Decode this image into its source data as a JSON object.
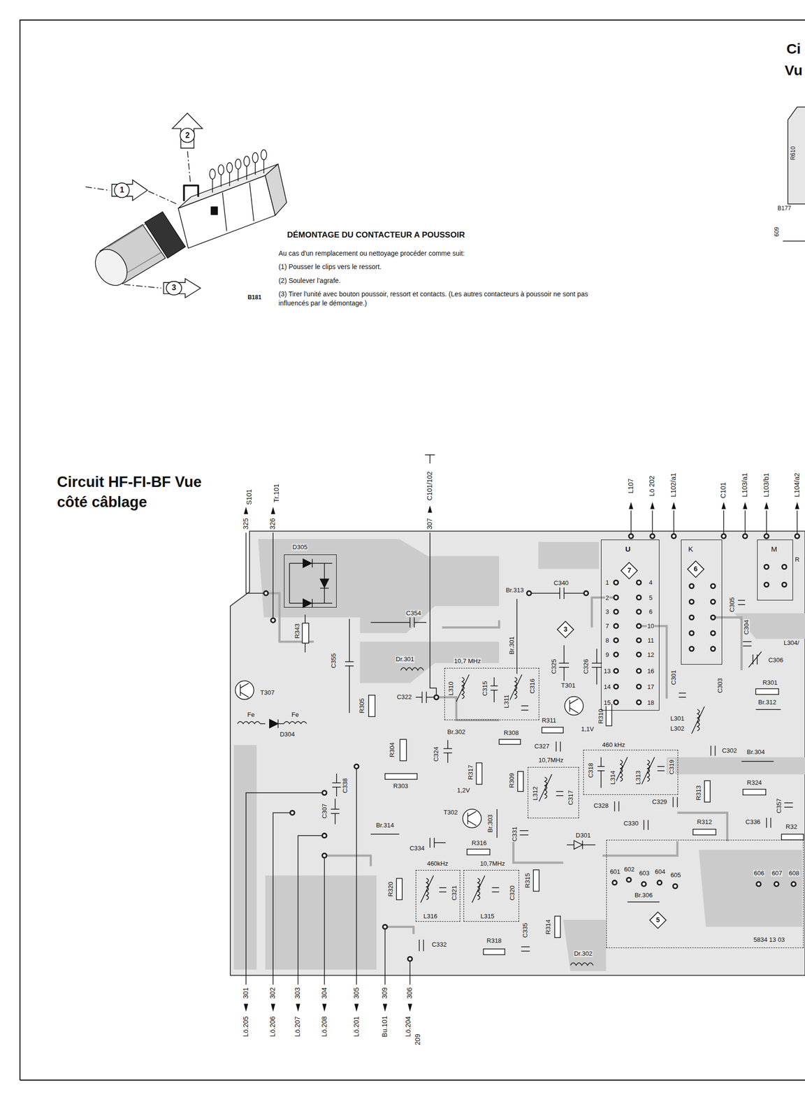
{
  "diagram": {
    "title": "Circuit HF-FI-BF Vue côté câblage",
    "nodes": [
      {
        "text": [
          "2"
        ]
      },
      {
        "text": [
          "1"
        ]
      },
      {
        "text": [
          "3"
        ]
      },
      {
        "text": [
          "D305"
        ]
      },
      {
        "text": [
          "U",
          "1",
          "2",
          "3",
          "7",
          "8",
          "9",
          "13",
          "14",
          "15",
          "4",
          "5",
          "6",
          "10",
          "11",
          "12",
          "16",
          "17",
          "18"
        ]
      },
      {
        "text": [
          "7"
        ],
        "in": 4
      },
      {
        "text": [
          "K"
        ]
      },
      {
        "text": [
          "6"
        ],
        "in": 6
      },
      {
        "text": [
          "M"
        ]
      },
      {
        "text": [
          "3"
        ]
      },
      {
        "text": [
          "10,7 MHz",
          "L310",
          "C315",
          "L311",
          "C316"
        ]
      },
      {
        "text": [
          "460 kHz",
          "C318",
          "L314",
          "L313",
          "C319"
        ]
      },
      {
        "text": [
          "10,7MHz",
          "L312",
          "C317"
        ]
      },
      {
        "text": [
          "460kHz",
          "L316",
          "C321"
        ]
      },
      {
        "text": [
          "10,7MHz",
          "L315",
          "C320"
        ]
      },
      {
        "text": [
          "601",
          "602",
          "603",
          "604",
          "605",
          "606",
          "607",
          "608",
          "Br.306",
          "5834 13 03"
        ]
      },
      {
        "text": [
          "5"
        ],
        "in": 15
      }
    ],
    "labels": [
      "DÉMONTAGE DU CONTACTEUR A POUSSOIR",
      "Au cas d'un remplacement ou nettoyage procéder comme suit:",
      "(1) Pousser le clips vers le ressort.",
      "(2) Soulever l'agrafe.",
      "(3) Tirer l'unité avec bouton poussoir, ressort et contacts. (Les autres contacteurs à poussoir ne sont pas influencés par le démontage.)",
      "B181",
      "Ci",
      "Vu",
      "R610",
      "B177",
      "609",
      "325",
      "S101",
      "326",
      "Tr.101",
      "307",
      "C101/102",
      "L107",
      "Lö 202",
      "L102/a1",
      "C101",
      "L103/a1",
      "L103/b1",
      "L104/a2",
      "301",
      "302",
      "303",
      "304",
      "305",
      "309",
      "306",
      "Lö.205",
      "Lö.206",
      "Lö.207",
      "Lö.208",
      "Lö.201",
      "Bu.101",
      "Lö.204",
      "209",
      "R343",
      "C355",
      "T307",
      "Fe",
      "Fe",
      "D304",
      "C354",
      "Br.313",
      "C340",
      "Br.301",
      "Dr.301",
      "C322",
      "R305",
      "Br.302",
      "R304",
      "R303",
      "C324",
      "C325",
      "C326",
      "T301",
      "R311",
      "1,1V",
      "R310",
      "R308",
      "C327",
      "R317",
      "1,2V",
      "R309",
      "T302",
      "Br.303",
      "C307",
      "C338",
      "Br.314",
      "C334",
      "R316",
      "C331",
      "D301",
      "C328",
      "C330",
      "C329",
      "R313",
      "R324",
      "C357",
      "R312",
      "C336",
      "R32",
      "R320",
      "R315",
      "C332",
      "R318",
      "C335",
      "R314",
      "Dr.302",
      "C301",
      "C305",
      "C304",
      "C303",
      "L301",
      "L302",
      "C306",
      "L304/",
      "R301",
      "Br.312",
      "C302",
      "Br.304",
      "R"
    ]
  }
}
